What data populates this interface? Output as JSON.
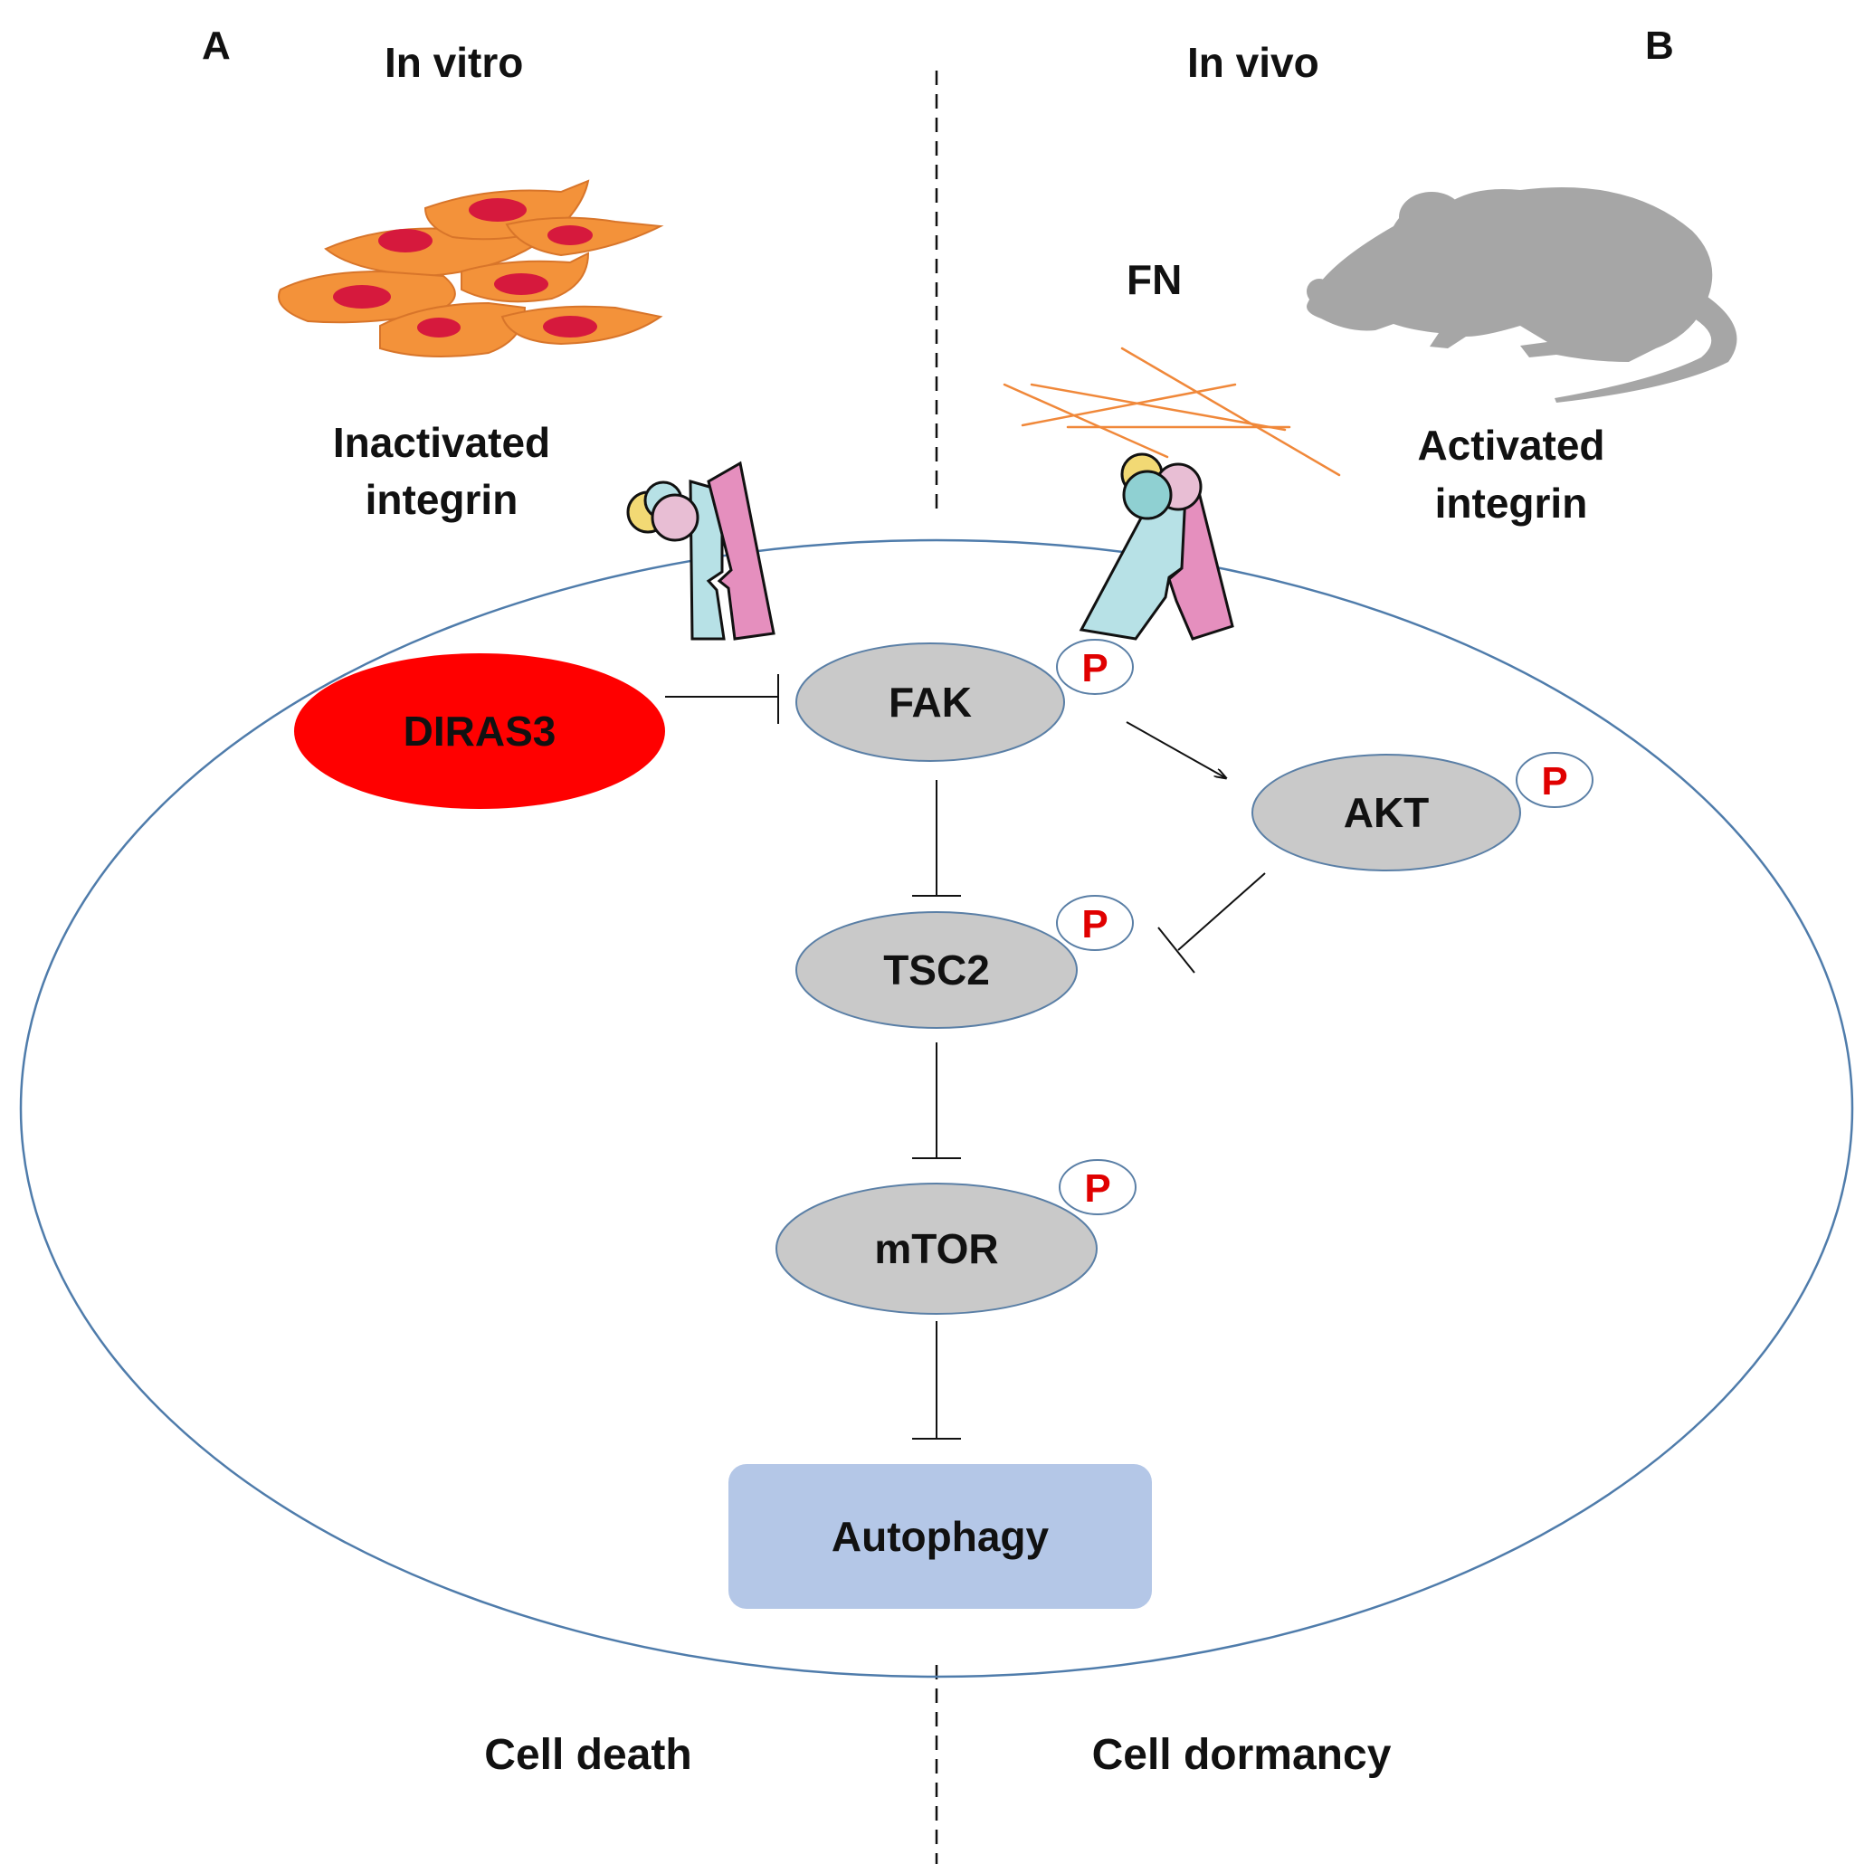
{
  "panels": {
    "a": {
      "letter": "A",
      "heading": "In vitro"
    },
    "b": {
      "letter": "B",
      "heading": "In vivo"
    }
  },
  "labels": {
    "fn": "FN",
    "inactivated_integrin": [
      "Inactivated",
      "integrin"
    ],
    "activated_integrin": [
      "Activated",
      "integrin"
    ],
    "cell_death": "Cell death",
    "cell_dormancy": "Cell dormancy"
  },
  "nodes": {
    "diras3": "DIRAS3",
    "fak": "FAK",
    "akt": "AKT",
    "tsc2": "TSC2",
    "mtor": "mTOR",
    "autophagy": "Autophagy"
  },
  "phospho_label": "P",
  "colors": {
    "diras3_fill": "#ff0000",
    "node_fill": "#c9c9c9",
    "node_stroke": "#5a7fa6",
    "autophagy_fill": "#b4c7e7",
    "cell_membrane": "#4f7cab",
    "phospho_text": "#e00000",
    "fibronectin": "#f0883a",
    "tumor_cells": "#f3923a",
    "tumor_nuclei": "#d6193d",
    "mouse": "#a6a6a6",
    "integrin_pink": "#e58fbe",
    "integrin_blue": "#b7e1e6"
  },
  "edges": [
    {
      "from": "DIRAS3",
      "to": "FAK",
      "type": "inhibition"
    },
    {
      "from": "FAK",
      "to": "AKT",
      "type": "activation"
    },
    {
      "from": "FAK",
      "to": "TSC2",
      "type": "inhibition"
    },
    {
      "from": "AKT",
      "to": "TSC2",
      "type": "inhibition"
    },
    {
      "from": "TSC2",
      "to": "mTOR",
      "type": "inhibition"
    },
    {
      "from": "mTOR",
      "to": "Autophagy",
      "type": "inhibition"
    }
  ]
}
